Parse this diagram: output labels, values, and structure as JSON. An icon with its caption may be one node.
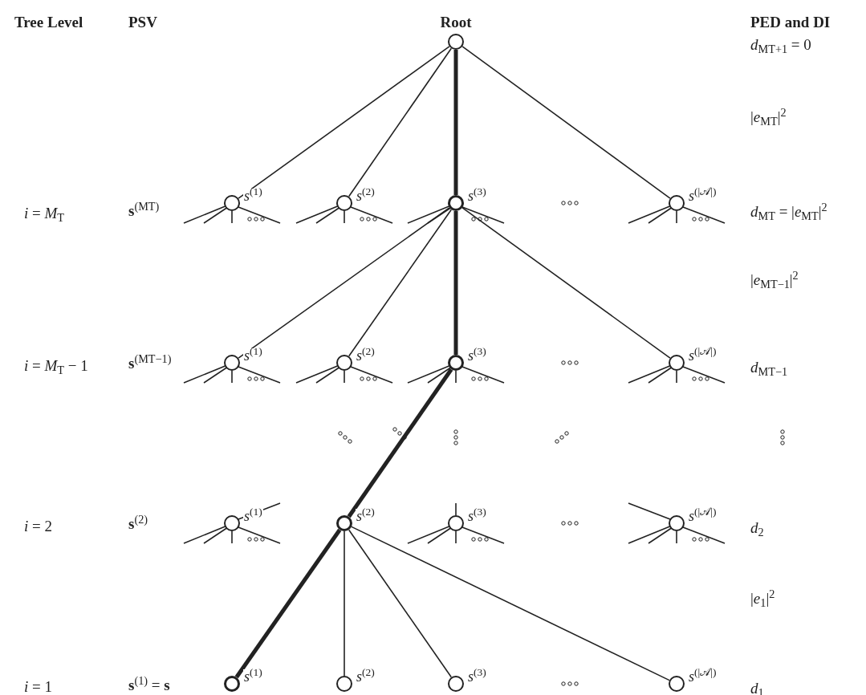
{
  "diagram": {
    "nodes": [
      {
        "text": [],
        "shape": "circle",
        "beside": [
          "Root"
        ]
      },
      {
        "text": [],
        "shape": "circle",
        "beside": [
          "*s*$^{(1)}$"
        ]
      },
      {
        "text": [],
        "shape": "circle",
        "beside": [
          "*s*$^{(2)}$"
        ]
      },
      {
        "text": [],
        "shape": "circle",
        "beside": [
          "*s*$^{(3)}$"
        ]
      },
      {
        "text": [],
        "shape": "circle",
        "beside": [
          "*s*$^{(|𝒜|)}$"
        ]
      },
      {
        "text": [],
        "shape": "circle",
        "beside": [
          "*s*$^{(1)}$"
        ]
      },
      {
        "text": [],
        "shape": "circle",
        "beside": [
          "*s*$^{(2)}$"
        ]
      },
      {
        "text": [],
        "shape": "circle",
        "beside": [
          "*s*$^{(3)}$"
        ]
      },
      {
        "text": [],
        "shape": "circle",
        "beside": [
          "*s*$^{(|𝒜|)}$"
        ]
      },
      {
        "text": [],
        "shape": "circle",
        "beside": [
          "*s*$^{(1)}$"
        ]
      },
      {
        "text": [],
        "shape": "circle",
        "beside": [
          "*s*$^{(2)}$"
        ]
      },
      {
        "text": [],
        "shape": "circle",
        "beside": [
          "*s*$^{(3)}$"
        ]
      },
      {
        "text": [],
        "shape": "circle",
        "beside": [
          "*s*$^{(|𝒜|)}$"
        ]
      },
      {
        "text": [],
        "shape": "circle",
        "beside": [
          "*s*$^{(1)}$"
        ]
      },
      {
        "text": [],
        "shape": "circle",
        "beside": [
          "*s*$^{(2)}$"
        ]
      },
      {
        "text": [],
        "shape": "circle",
        "beside": [
          "*s*$^{(3)}$"
        ]
      },
      {
        "text": [],
        "shape": "circle",
        "beside": [
          "*s*$^{(|𝒜|)}$"
        ]
      }
    ],
    "edges": [
      {
        "from": 0,
        "to": 1,
        "arrow": "none"
      },
      {
        "from": 0,
        "to": 2,
        "arrow": "none"
      },
      {
        "from": 0,
        "to": 3,
        "arrow": "none",
        "style": "thick"
      },
      {
        "from": 0,
        "to": 4,
        "arrow": "none"
      },
      {
        "from": 3,
        "to": 5,
        "arrow": "none"
      },
      {
        "from": 3,
        "to": 6,
        "arrow": "none"
      },
      {
        "from": 3,
        "to": 7,
        "arrow": "none",
        "style": "thick"
      },
      {
        "from": 3,
        "to": 8,
        "arrow": "none"
      },
      {
        "from": 7,
        "to": 10,
        "arrow": "none",
        "style": "thick"
      },
      {
        "from": 10,
        "to": 13,
        "arrow": "none",
        "style": "thick"
      },
      {
        "from": 10,
        "to": 14,
        "arrow": "none"
      },
      {
        "from": 10,
        "to": 15,
        "arrow": "none"
      },
      {
        "from": 10,
        "to": 16,
        "arrow": "none"
      }
    ],
    "labels": [
      "Tree Level",
      "PSV",
      "PED and DI",
      "*d*$_{MT+1}$ = 0",
      "|*e*$_{MT}$|$^{2}$",
      "*i* = *M*$_{T}$",
      "**s**$^{(MT)}$",
      "*d*$_{MT}$ = |*e*$_{MT}$|$^{2}$",
      "|*e*$_{MT−1}$|$^{2}$",
      "*i* = *M*$_{T}$ − 1",
      "**s**$^{(MT−1)}$",
      "*d*$_{MT−1}$",
      "*i* = 2",
      "**s**$^{(2)}$",
      "*d*$_{2}$",
      "|*e*$_{1}$|$^{2}$",
      "*i* = 1",
      "**s**$^{(1)}$ = **s**",
      "*d*$_{1}$"
    ]
  }
}
